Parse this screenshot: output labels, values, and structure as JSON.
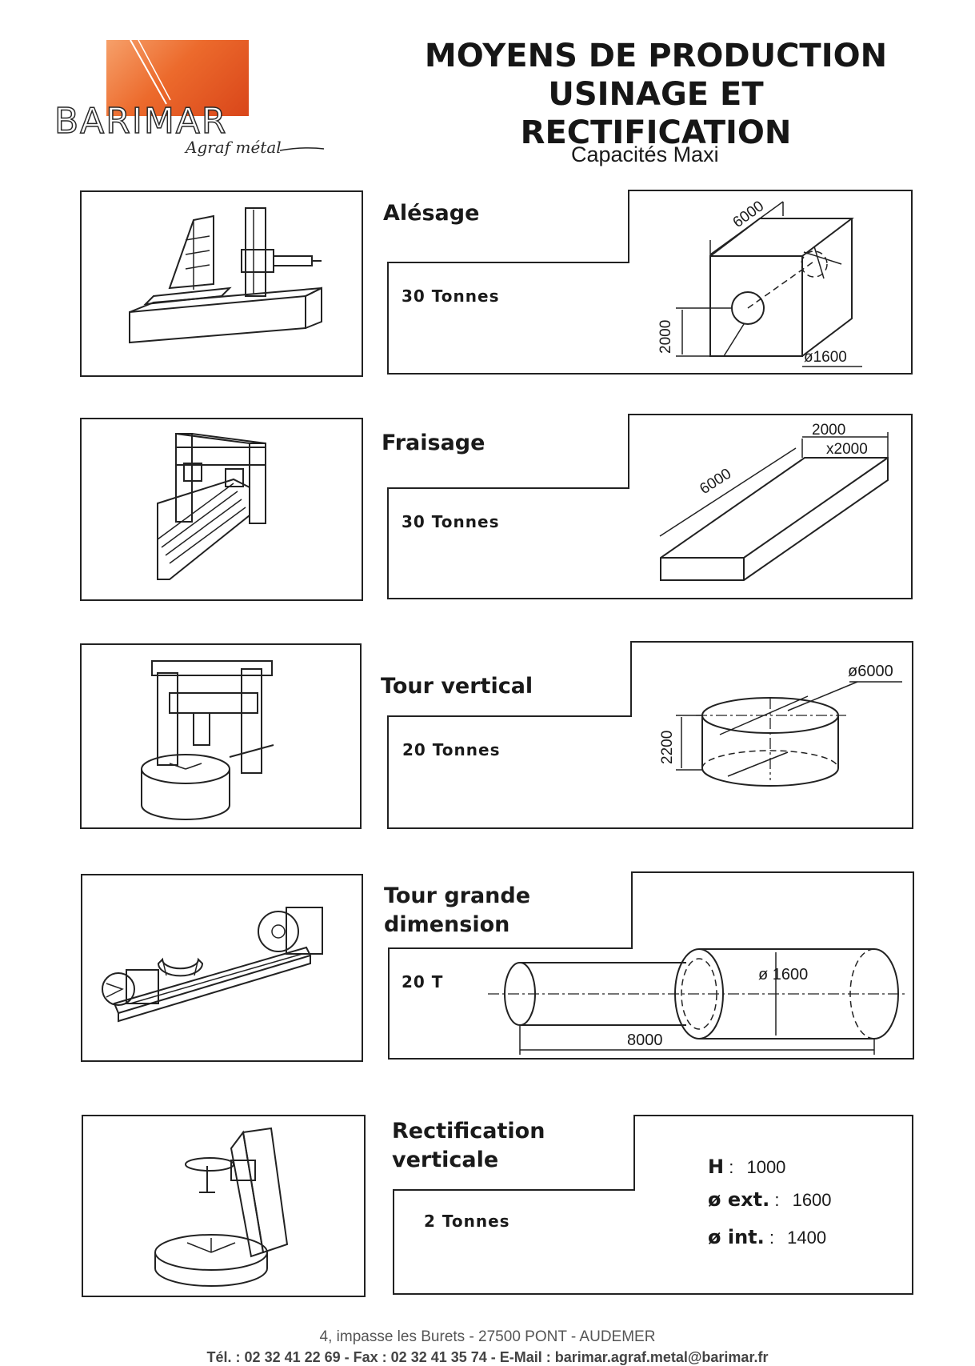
{
  "header": {
    "logo": {
      "name": "BARIMAR",
      "tagline": "Agraf métal"
    },
    "title_line1": "MOYENS DE PRODUCTION",
    "title_line2": "USINAGE ET RECTIFICATION",
    "subtitle": "Capacités Maxi"
  },
  "sections": [
    {
      "title": "Alésage",
      "weight": "30 Tonnes",
      "dims": {
        "length": "6000",
        "height": "2000",
        "diameter": "ø1600"
      }
    },
    {
      "title": "Fraisage",
      "weight": "30 Tonnes",
      "dims": {
        "width": "2000",
        "depth": "x2000",
        "length": "6000"
      }
    },
    {
      "title": "Tour vertical",
      "weight": "20 Tonnes",
      "dims": {
        "diameter": "ø6000",
        "height": "2200"
      }
    },
    {
      "title_line1": "Tour grande",
      "title_line2": "dimension",
      "weight": "20 T",
      "dims": {
        "diameter": "ø 1600",
        "length": "8000"
      }
    },
    {
      "title_line1": "Rectification",
      "title_line2": "verticale",
      "weight": "2 Tonnes",
      "specs": [
        {
          "key": "H",
          "sep": ":",
          "value": "1000"
        },
        {
          "key": "ø ext.",
          "sep": ":",
          "value": "1600"
        },
        {
          "key": "ø int.",
          "sep": ":",
          "value": "1400"
        }
      ]
    }
  ],
  "footer": {
    "address": "4, impasse les Burets - 27500 PONT - AUDEMER",
    "contact": "Tél. : 02 32 41 22 69 - Fax : 02 32 41 35 74 - E-Mail : barimar.agraf.metal@barimar.fr"
  }
}
